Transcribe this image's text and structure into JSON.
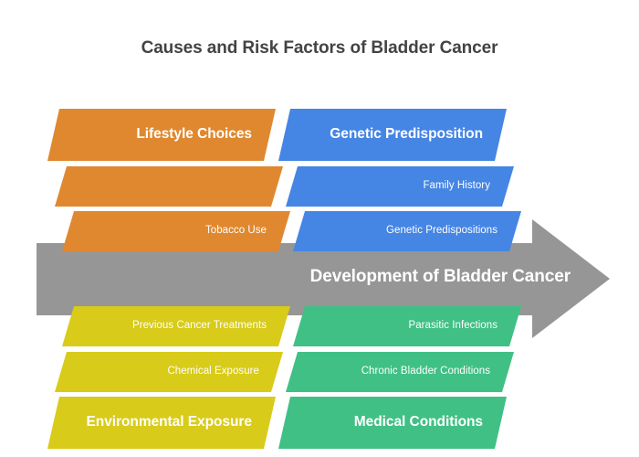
{
  "title": "Causes and Risk Factors of Bladder Cancer",
  "center_arrow": {
    "label": "Development of Bladder Cancer",
    "color": "#969696"
  },
  "colors": {
    "orange": "#e0882f",
    "blue": "#4585e3",
    "yellow": "#d8cb1a",
    "green": "#40c085",
    "gray": "#969696",
    "title_text": "#434343",
    "bar_text": "#ffffff",
    "background": "#ffffff"
  },
  "groups": [
    {
      "id": "lifestyle-choices",
      "color": "#e0882f",
      "position": "top-left",
      "bars": [
        {
          "label": "Lifestyle Choices",
          "emphasis": "head"
        },
        {
          "label": "",
          "emphasis": "sub"
        },
        {
          "label": "Tobacco Use",
          "emphasis": "sub"
        }
      ]
    },
    {
      "id": "genetic-predisposition",
      "color": "#4585e3",
      "position": "top-right",
      "bars": [
        {
          "label": "Genetic Predisposition",
          "emphasis": "head"
        },
        {
          "label": "Family History",
          "emphasis": "sub"
        },
        {
          "label": "Genetic Predispositions",
          "emphasis": "sub"
        }
      ]
    },
    {
      "id": "environmental-exposure",
      "color": "#d8cb1a",
      "position": "bottom-left",
      "bars": [
        {
          "label": "Previous Cancer Treatments",
          "emphasis": "sub"
        },
        {
          "label": "Chemical Exposure",
          "emphasis": "sub"
        },
        {
          "label": "Environmental Exposure",
          "emphasis": "head"
        }
      ]
    },
    {
      "id": "medical-conditions",
      "color": "#40c085",
      "position": "bottom-right",
      "bars": [
        {
          "label": "Parasitic Infections",
          "emphasis": "sub"
        },
        {
          "label": "Chronic Bladder Conditions",
          "emphasis": "sub"
        },
        {
          "label": "Medical Conditions",
          "emphasis": "head"
        }
      ]
    }
  ],
  "chart_data": {
    "type": "diagram",
    "title": "Causes and Risk Factors of Bladder Cancer",
    "diagram_style": "converging-arrows-to-outcome",
    "outcome": "Development of Bladder Cancer",
    "categories": [
      "Lifestyle Choices",
      "Genetic Predisposition",
      "Environmental Exposure",
      "Medical Conditions"
    ],
    "series": [
      {
        "name": "Lifestyle Choices",
        "color": "#e0882f",
        "values": [
          "",
          "Tobacco Use"
        ]
      },
      {
        "name": "Genetic Predisposition",
        "color": "#4585e3",
        "values": [
          "Family History",
          "Genetic Predispositions"
        ]
      },
      {
        "name": "Environmental Exposure",
        "color": "#d8cb1a",
        "values": [
          "Previous Cancer Treatments",
          "Chemical Exposure"
        ]
      },
      {
        "name": "Medical Conditions",
        "color": "#40c085",
        "values": [
          "Parasitic Infections",
          "Chronic Bladder Conditions"
        ]
      }
    ],
    "legend": "none",
    "grid": false
  }
}
